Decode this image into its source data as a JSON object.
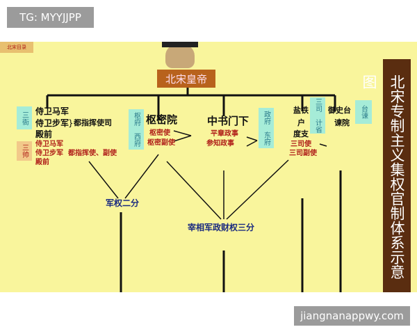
{
  "overlay": {
    "top_label": "TG: MYYJJPP",
    "bottom_label": "jiangnanappwy.com"
  },
  "diagram": {
    "corner_tag": "北宋目录",
    "emperor": "北宋皇帝",
    "title": "北宋专制主义集权官制体系示意图",
    "military": {
      "sanya_label": "三衙",
      "sanya": [
        "侍卫马军",
        "侍卫步军",
        "殿前"
      ],
      "sanya_head": "都指挥使司",
      "sansi_label": "三帅",
      "sansi": [
        "侍卫马军",
        "侍卫步军",
        "殿前"
      ],
      "sansi_head": "都指挥使、副使"
    },
    "shumi": {
      "side": "枢府　西府",
      "name": "枢密院",
      "officers": [
        "枢密使",
        "枢密副使"
      ]
    },
    "zhongshu": {
      "side": "政府　东府",
      "name": "中书门下",
      "officers": [
        "平章政事",
        "参知政事"
      ]
    },
    "sansi": {
      "items": [
        "盐铁",
        "户",
        "度支"
      ],
      "side": "三司　计省",
      "officers": [
        "三司使",
        "三司副使"
      ]
    },
    "censor": {
      "items": [
        "御史台",
        "谏院"
      ],
      "side": "台谏"
    },
    "labels": {
      "military_split": "军权二分",
      "power_split": "宰相军政财权三分"
    }
  },
  "colors": {
    "background": "#f9f59c",
    "emperor_box": "#b8621c",
    "title_box": "#5a2d10",
    "cyan": "#a6ecd8"
  }
}
